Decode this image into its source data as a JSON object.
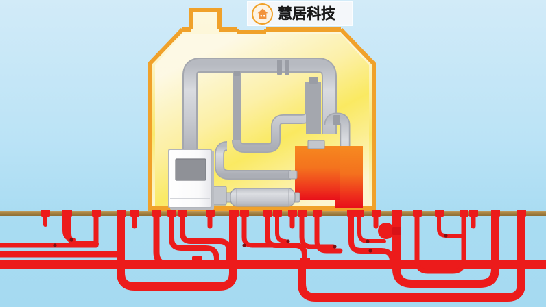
{
  "diagram": {
    "title": "Ground-source heat pump house cutaway diagram",
    "background": {
      "sky_top_color": "#cfe9f7",
      "sky_bottom_color": "#a8ddf2",
      "ground_line_color": "#a8854a",
      "ground_line_label": "ground-surface-line"
    },
    "logo": {
      "text": "慧居科技",
      "icon": "house-in-circle-icon",
      "badge_background": "#f4f7fa",
      "ring_color": "#f0a128",
      "house_color": "#f29b3d"
    },
    "house": {
      "label": "house-cutaway",
      "outline_color": "#f0a12a",
      "fill_top_color": "#fdf7dc",
      "fill_center_color": "#fbe96a",
      "fill_bottom_color": "#fdf6d9",
      "has_dormer": true
    },
    "equipment": [
      {
        "id": "control-cabinet",
        "label": "Control cabinet / indoor unit",
        "body_color": "#fbfbfb",
        "edge_color": "#b9bcc2",
        "screen_color": "#8f9197"
      },
      {
        "id": "buffer-tank",
        "label": "Horizontal buffer tank",
        "body_color": "#ccced4",
        "edge_color": "#9a9da4"
      },
      {
        "id": "heat-pump-unit",
        "label": "Heat pump / heat exchanger",
        "top_color": "#f58220",
        "bottom_color": "#e8131a"
      },
      {
        "id": "riser-duct",
        "label": "Vertical riser duct",
        "body_color": "#c7c9cf"
      }
    ],
    "piping": {
      "indoor_pipe_color": "#c5c7cd",
      "indoor_pipe_edge": "#a9acb3",
      "indoor_pipe_joint": "#9a9da5",
      "ground_loop_color": "#ec1b1b",
      "ground_loop_dark": "#c4151c",
      "ground_loop_label": "ground-loop-piping"
    },
    "legend_note": ""
  }
}
